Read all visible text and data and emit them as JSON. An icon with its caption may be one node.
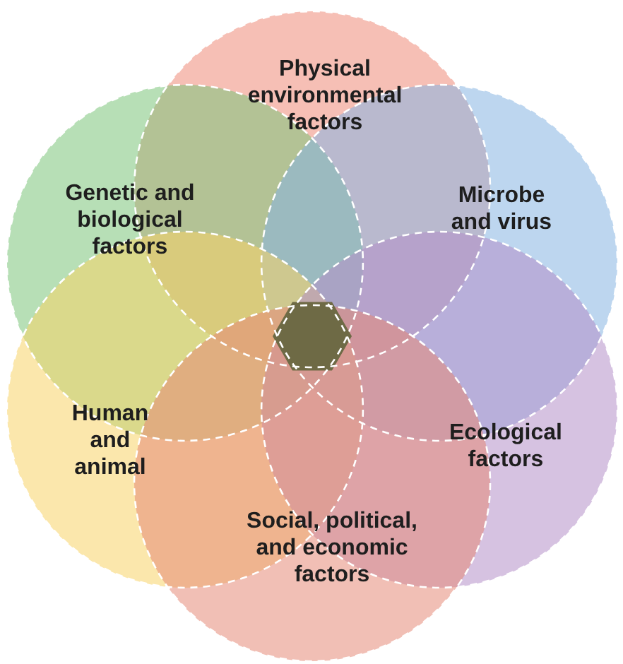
{
  "diagram": {
    "nodes": [
      {
        "text": [
          "Physical environmental factors"
        ]
      },
      {
        "text": [
          "Genetic and biological factors"
        ]
      },
      {
        "text": [
          "Microbe and virus"
        ]
      },
      {
        "text": [
          "Human and animal"
        ]
      },
      {
        "text": [
          "Ecological factors"
        ]
      },
      {
        "text": [
          "Social, political, and economic factors"
        ]
      }
    ]
  }
}
